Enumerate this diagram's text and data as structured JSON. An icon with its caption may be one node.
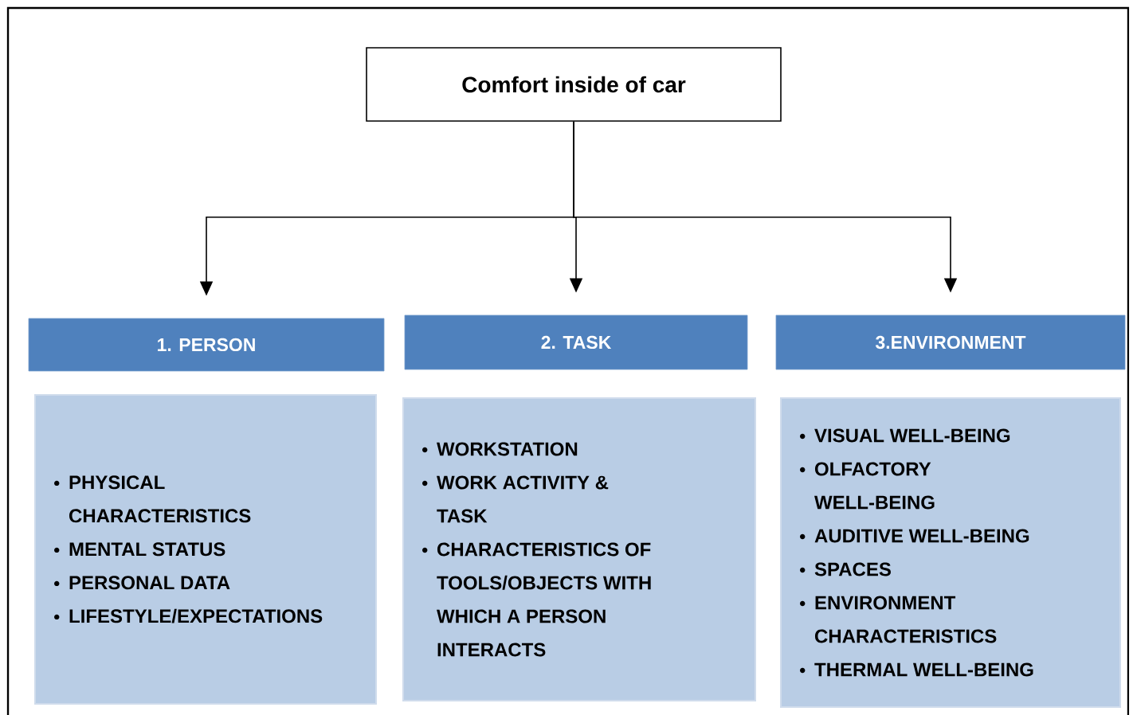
{
  "diagram": {
    "nodes": [
      {
        "text": [
          "Comfort inside of car"
        ]
      },
      {
        "text": [
          "1. PERSON"
        ]
      },
      {
        "text": [
          "2. TASK"
        ]
      },
      {
        "text": [
          "3.ENVIRONMENT"
        ]
      },
      {
        "text": [
          "PHYSICAL CHARACTERISTICS",
          "MENTAL STATUS",
          "PERSONAL DATA",
          "LIFESTYLE/EXPECTATIONS"
        ]
      },
      {
        "text": [
          "WORKSTATION",
          "WORK ACTIVITY & TASK",
          "CHARACTERISTICS OF TOOLS/OBJECTS WITH WHICH A PERSON INTERACTS"
        ]
      },
      {
        "text": [
          "VISUAL WELL-BEING",
          "OLFACTORY WELL-BEING",
          "AUDITIVE WELL-BEING",
          "SPACES",
          "ENVIRONMENT CHARACTERISTICS",
          "THERMAL WELL-BEING"
        ]
      }
    ],
    "edges": [
      {
        "from": 0,
        "to": 1,
        "arrow": "to"
      },
      {
        "from": 0,
        "to": 2,
        "arrow": "to"
      },
      {
        "from": 0,
        "to": 3,
        "arrow": "to"
      }
    ]
  }
}
